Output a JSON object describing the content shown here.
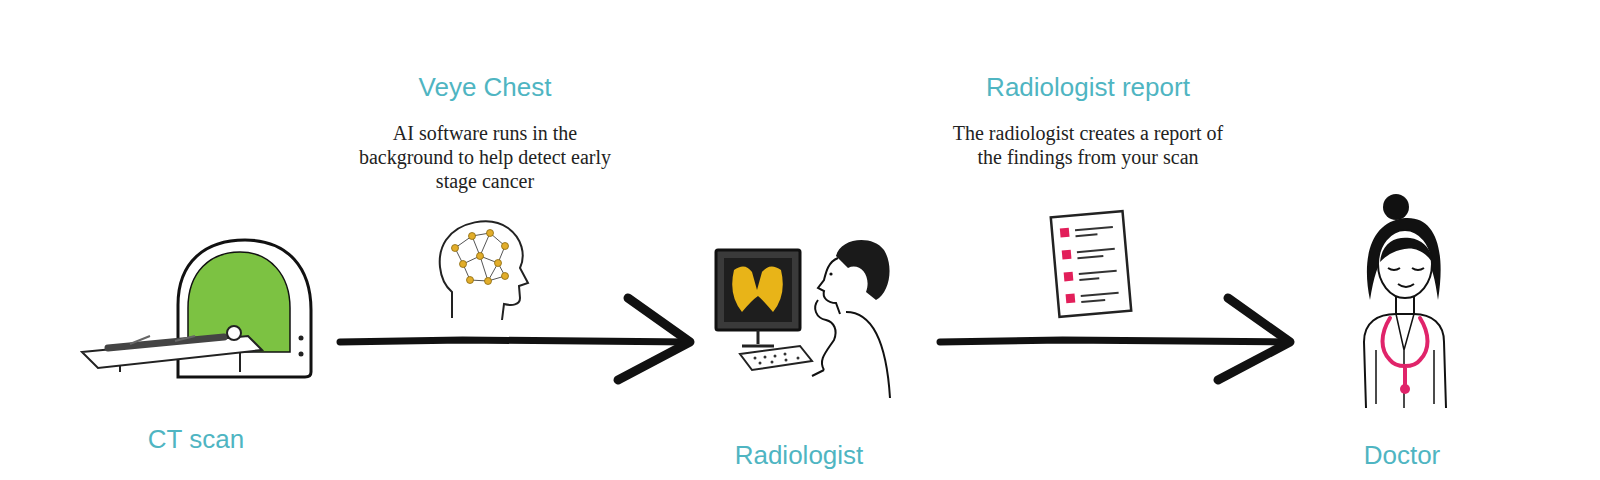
{
  "diagram": {
    "nodes": [
      {
        "text": [
          "CT scan"
        ]
      },
      {
        "text": [
          "Radiologist"
        ]
      },
      {
        "text": [
          "Doctor"
        ]
      }
    ],
    "edges": [
      {
        "from": 0,
        "to": 1,
        "arrow": "to",
        "label": "Veye Chest"
      },
      {
        "from": 1,
        "to": 2,
        "arrow": "to",
        "label": "Radiologist report"
      }
    ],
    "labels": [
      "AI software runs in the background to help detect early stage cancer",
      "The radiologist creates a report of the findings from your scan"
    ]
  }
}
